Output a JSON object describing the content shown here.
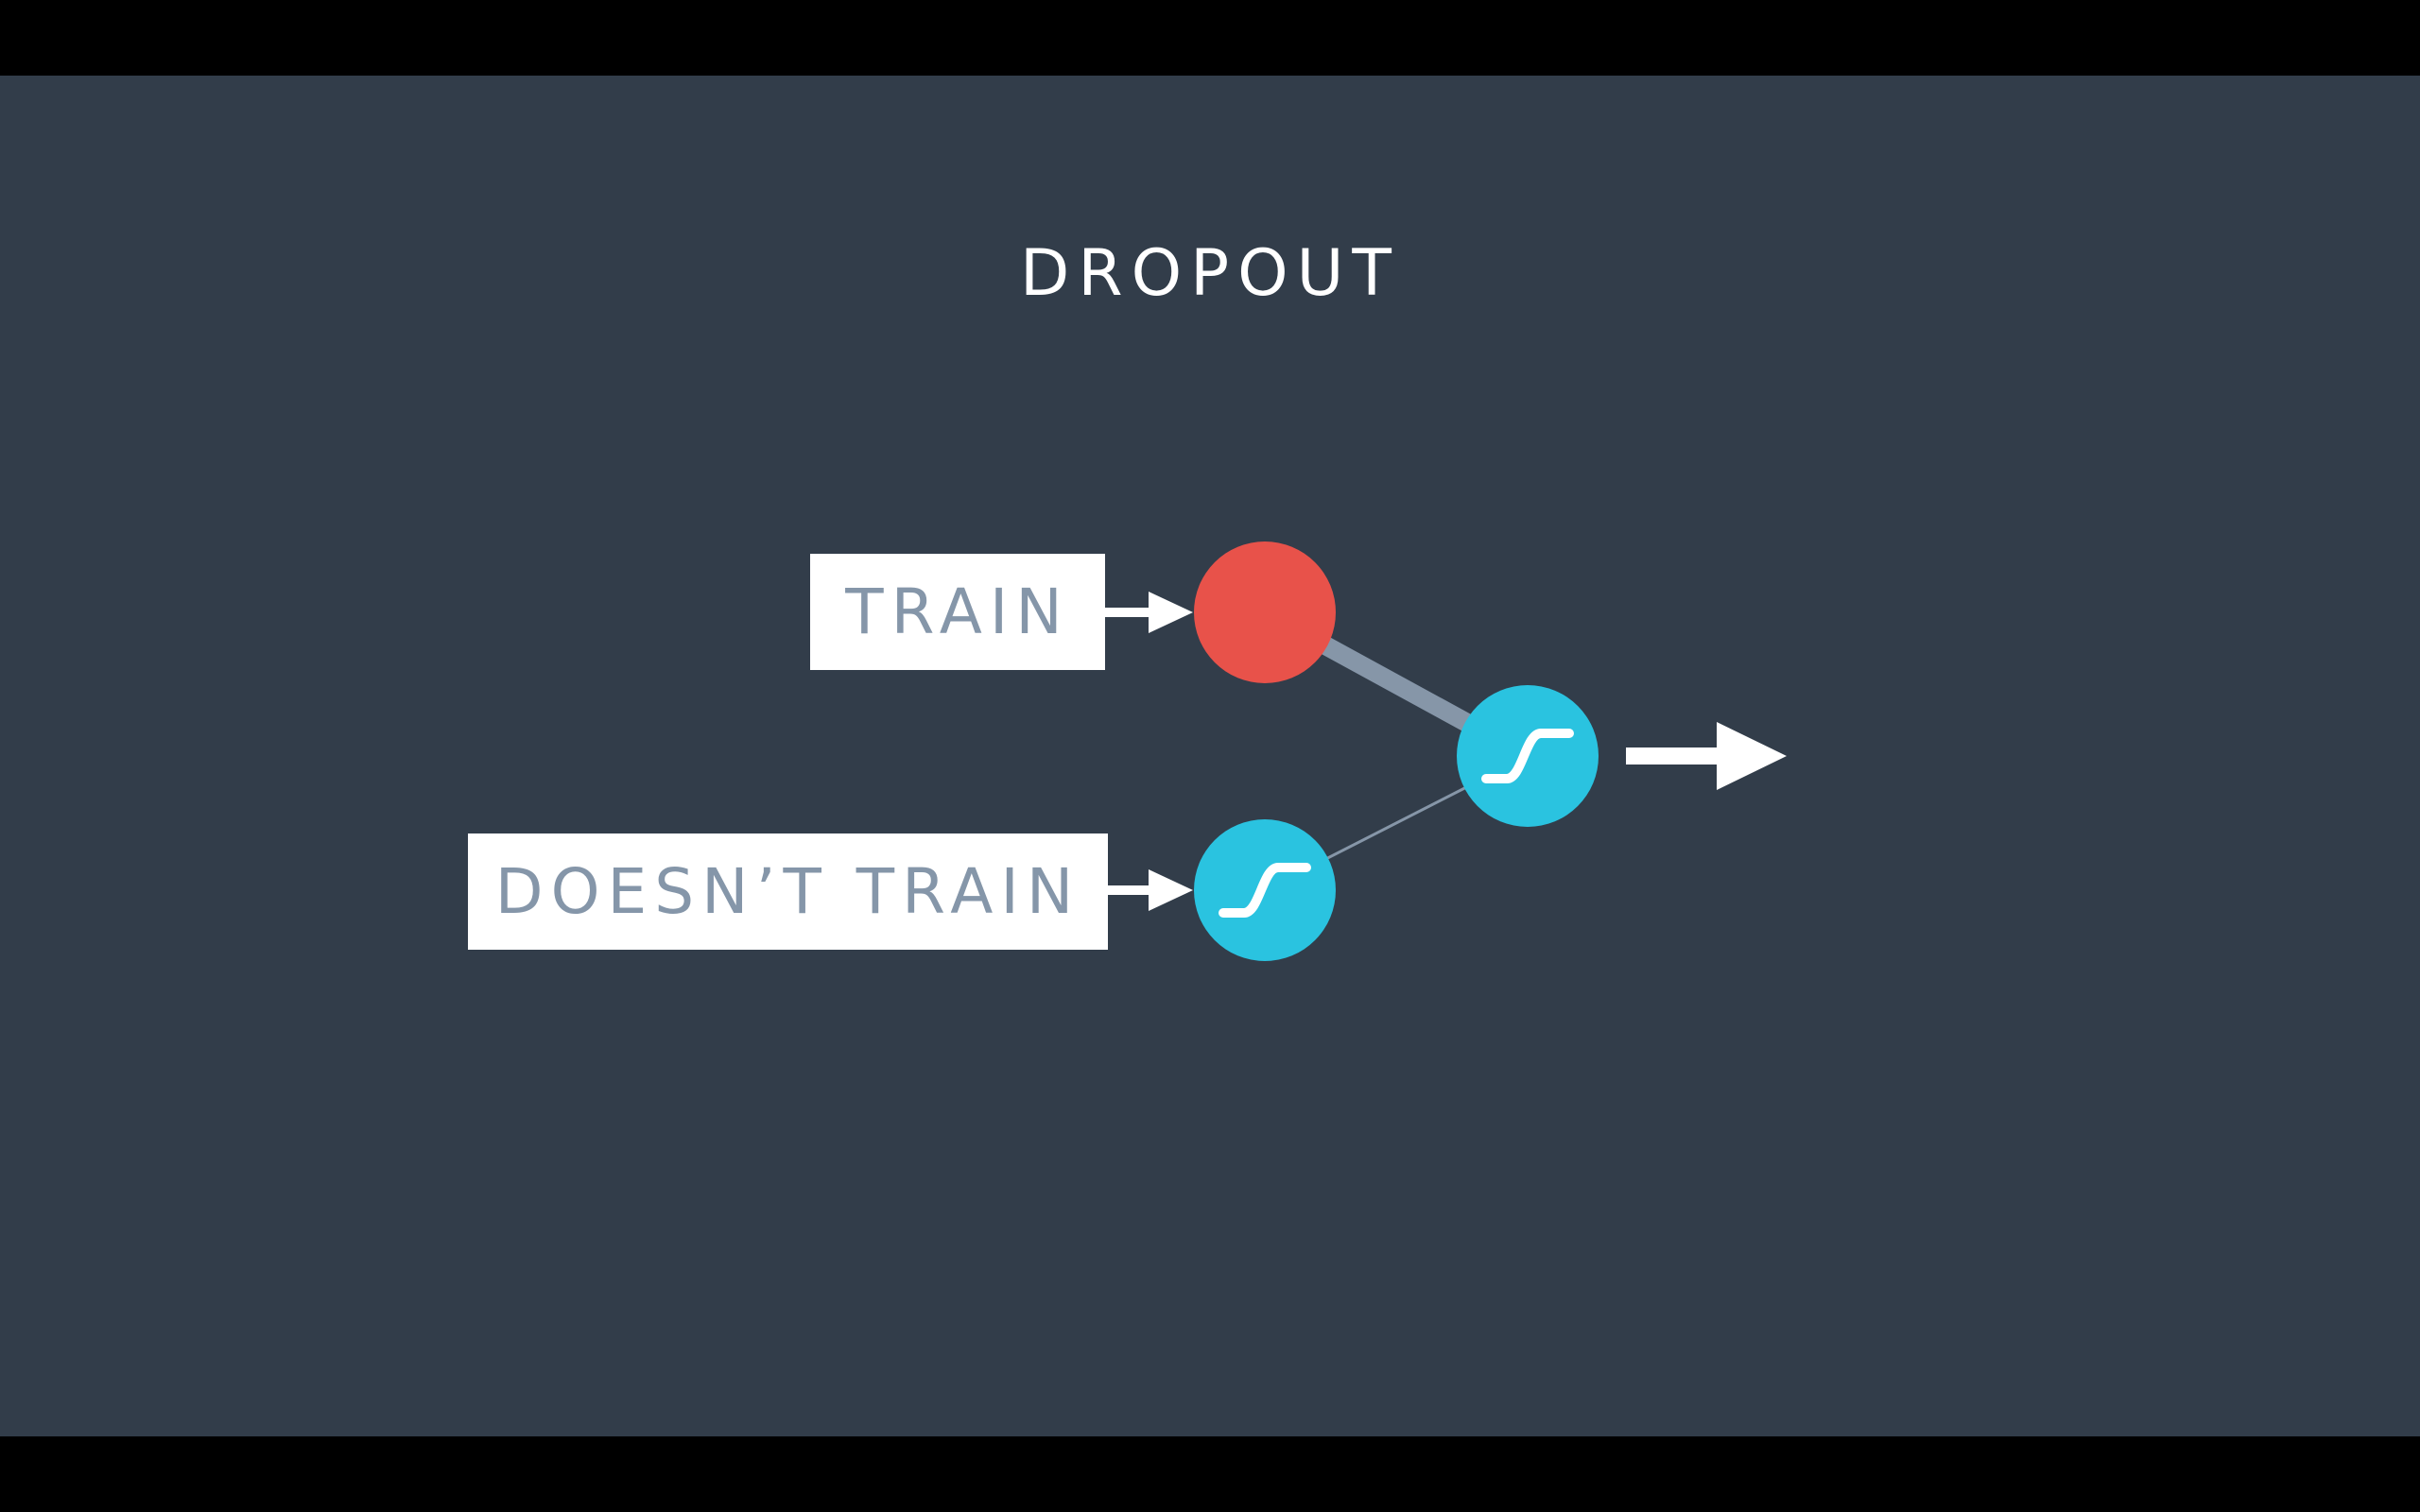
{
  "title": "DROPOUT",
  "labels": {
    "train": "TRAIN",
    "doesnt_train": "DOESN’T TRAIN"
  },
  "colors": {
    "background": "#323d4a",
    "dropped_node": "#e8524a",
    "active_node": "#2ac3e0",
    "box": "#ffffff",
    "label_text": "#8596a9",
    "strong_connection": "#8696a8",
    "weak_connection": "#8696a8"
  },
  "icons": {
    "activation": "sigmoid-icon",
    "arrow": "arrow-right-icon"
  }
}
